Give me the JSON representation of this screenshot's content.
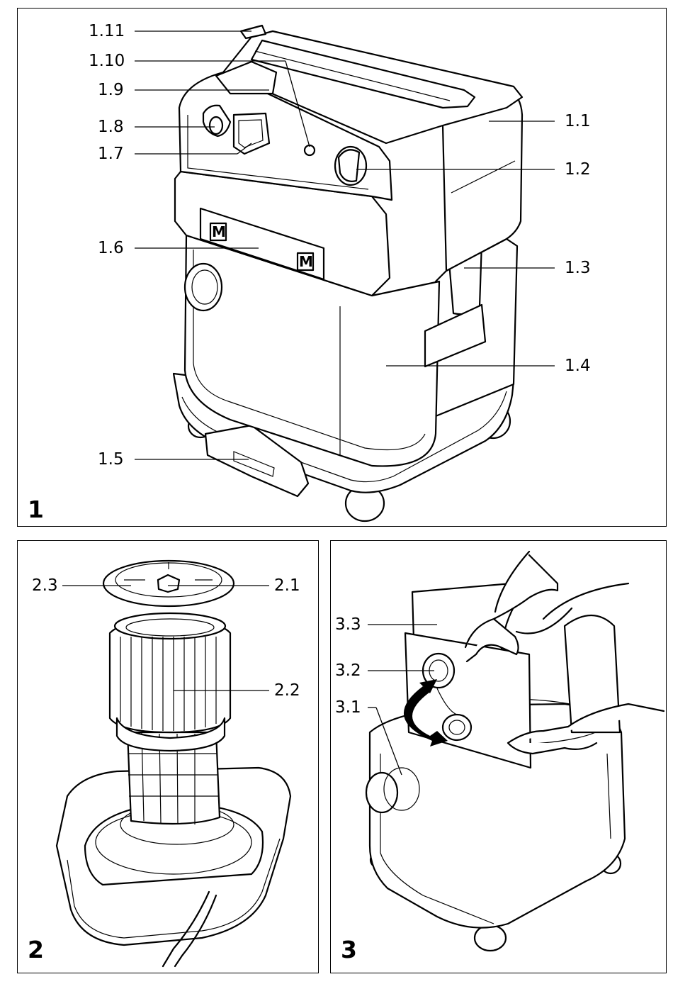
{
  "figures": [
    {
      "number": "1",
      "callouts": [
        "1.11",
        "1.10",
        "1.9",
        "1.8",
        "1.7",
        "1.6",
        "1.5",
        "1.1",
        "1.2",
        "1.3",
        "1.4"
      ],
      "logo_text": "M"
    },
    {
      "number": "2",
      "callouts": [
        "2.3",
        "2.1",
        "2.2"
      ]
    },
    {
      "number": "3",
      "callouts": [
        "3.3",
        "3.2",
        "3.1"
      ]
    }
  ],
  "colors": {
    "ink": "#000000",
    "paper": "#ffffff"
  }
}
